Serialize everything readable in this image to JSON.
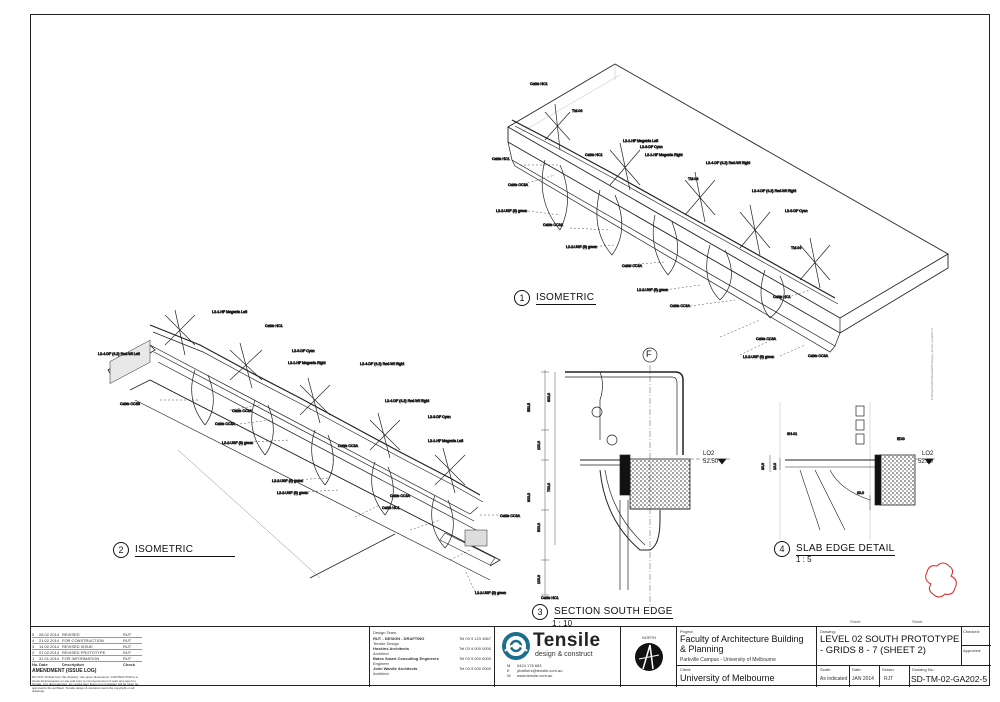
{
  "views": [
    {
      "number": "1",
      "title": "ISOMETRIC",
      "scale": ""
    },
    {
      "number": "2",
      "title": "ISOMETRIC",
      "scale": ""
    },
    {
      "number": "3",
      "title": "SECTION SOUTH EDGE",
      "scale": "1 : 10"
    },
    {
      "number": "4",
      "title": "SLAB EDGE DETAIL",
      "scale": "1 : 5"
    }
  ],
  "grid_marker": "F",
  "level_markers": [
    {
      "name": "LO2",
      "value": "52.50"
    },
    {
      "name": "LO2",
      "value": "52.50"
    }
  ],
  "iso1_labels": [
    "Cable HC1",
    "TM-04",
    "L2-1-HF Magenta Left",
    "L2-3-DF Cyan",
    "L2-1-HF Magenta Right",
    "L2-4-DF (4.2) Red-Wt Right",
    "TM-04",
    "L2-4-DF (4.2) Red-Wt Right",
    "L2-3-DF Cyan",
    "TM-04",
    "Cable HC1",
    "Cable CC3A",
    "L2-2-USF (8) green",
    "Cable CC3A",
    "L2-2-USF (8) green",
    "Cable CC3A",
    "L2-2-USF (8) green",
    "Cable CC3A",
    "Cable CC3A",
    "L2-2-USF (8) green",
    "Cable CC3A",
    "Cable HC1",
    "Cable HC1"
  ],
  "iso2_labels": [
    "L2-1-HF Magenta Left",
    "Cable HC1",
    "L2-3-DF Cyan",
    "L2-1-HF Magenta Right",
    "L2-4-DF (4.2) Red-Wt Right",
    "L2-4-DF (4.2) Red-Wt Right",
    "L2-3-DF Cyan",
    "L2-1-HF Magenta Left",
    "L2-4-DF (4.2) Red-Wt Left",
    "Cable CC3B",
    "Cable CC3A",
    "Cable CC3A",
    "L2-2-USF (8) green",
    "L2-2-USF (8) green",
    "Cable CC3A",
    "L2-2-USF (8) green",
    "Cable CC3A",
    "Cable HC1",
    "Cable CC3A",
    "L2-2-USF (8) green"
  ],
  "section_dims": [
    "550.5",
    "600.0",
    "100.0",
    "900.0",
    "700.0",
    "500.0",
    "100.0"
  ],
  "section_labels": [
    "Cable HC1"
  ],
  "slab_dims": [
    "EDG",
    "SH-01",
    "30.0",
    "10.0",
    "30.0"
  ],
  "amendments": {
    "heading": "AMENDMENT (ISSUE LOG)",
    "columns": [
      "No.",
      "Date",
      "Description",
      "Check"
    ],
    "rows": [
      [
        "5",
        "28.02.2014",
        "REVISED",
        "RUT"
      ],
      [
        "4",
        "21.02.2014",
        "FOR CONSTRUCTION",
        "RUT"
      ],
      [
        "3",
        "14.02.2014",
        "REVISED ISSUE",
        "RUT"
      ],
      [
        "2",
        "07.02.2014",
        "REVISED PROTOTYPE",
        "RUT"
      ],
      [
        "1",
        "31.01.2014",
        "FOR INFORMATION",
        "RUT"
      ]
    ],
    "notes": "DO NOT SCALE from this drawing. Use given dimensions. CONTRACTOR is to check all dimensions on site and prior to commencement of work and report to Tensile. Any discrepancies, any works item that is not consistent will be given for approval to the architect. Tensile design & construct owns the copyright on all drawings."
  },
  "consultants": {
    "heading": "Design Team",
    "rows": [
      {
        "name": "RUT - DESIGN - DRAFTING",
        "role": "Tensile Design",
        "tel": "Tel 03 9 123 4567"
      },
      {
        "name": "Hoskins Architects",
        "role": "Architect",
        "tel": "Tel 03 9 000 0000"
      },
      {
        "name": "Bates Smart Consulting Engineers",
        "role": "Engineer",
        "tel": "Tel 03 9 000 0000"
      },
      {
        "name": "John Wardle Architects",
        "role": "Architect",
        "tel": "Tel 03 9 000 0000"
      }
    ]
  },
  "company": {
    "name": "Tensile",
    "tagline": "design & construct",
    "mobile_label": "M",
    "mobile": "0424 178 683",
    "email_label": "E",
    "email": "pbathers@tensile.com.au",
    "web_label": "W",
    "web": "www.tensile.com.au",
    "north_label": "NORTH"
  },
  "project": {
    "label": "Project:",
    "name": "Faculty of Architecture Building & Planning",
    "campus": "Parkville Campus - University of Melbourne",
    "client_label": "Client:",
    "client": "University of Melbourne"
  },
  "drawing": {
    "label": "Drawing:",
    "title": "LEVEL 02 SOUTH PROTOTYPE - GRIDS 8 - 7 (SHEET 2)",
    "checked_label": "Checked:",
    "approved_label": "Approved:",
    "scale_label": "Scale:",
    "scale": "As indicated",
    "date_label": "Date:",
    "date": "JAN 2014",
    "drawn_label": "Drawn:",
    "drawn": "RJT",
    "number_label": "Drawing No.:",
    "number": "SD-TM-02-GA202-5",
    "sheet_a": "Sheet",
    "sheet_b": "Sheet",
    "side_note": "P:\\Projects\\2013\\Tensile\\Prototype_South_Level02.rvt"
  }
}
